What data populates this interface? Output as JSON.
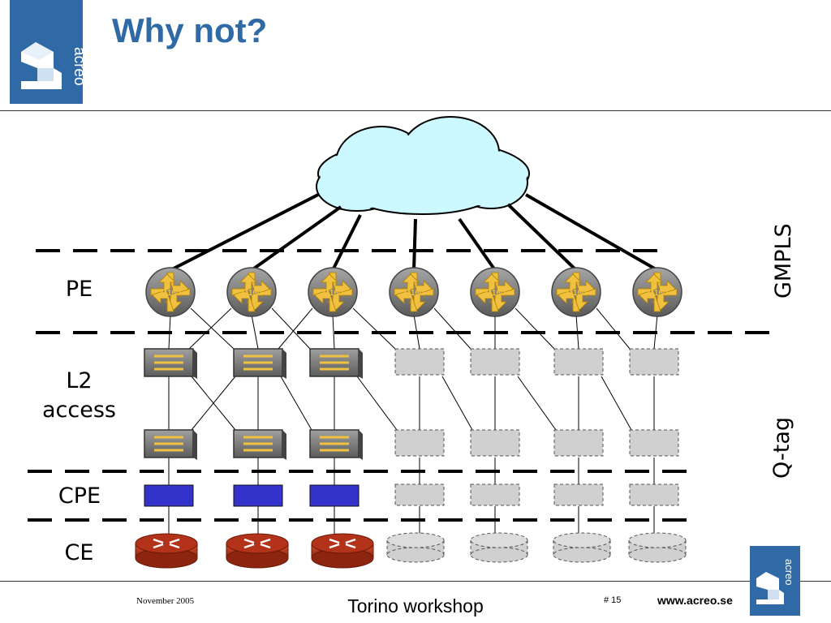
{
  "slide": {
    "title": "Why not?",
    "logo_text": "acreo"
  },
  "layers": {
    "pe": "PE",
    "l2_line1": "L2",
    "l2_line2": "access",
    "cpe": "CPE",
    "ce": "CE"
  },
  "side_labels": {
    "gmpls": "GMPLS",
    "qtag": "Q-tag"
  },
  "router_label": "M160",
  "colors": {
    "brand_blue": "#2f6aa6",
    "cloud_fill": "#ccf9ff",
    "cpe_blue": "#3333cc",
    "ce_red": "#b3321a",
    "dashed_gray": "#d0d0d0"
  },
  "footer": {
    "date": "November 2005",
    "title": "Torino workshop",
    "page": "# 15",
    "url": "www.acreo.se"
  }
}
